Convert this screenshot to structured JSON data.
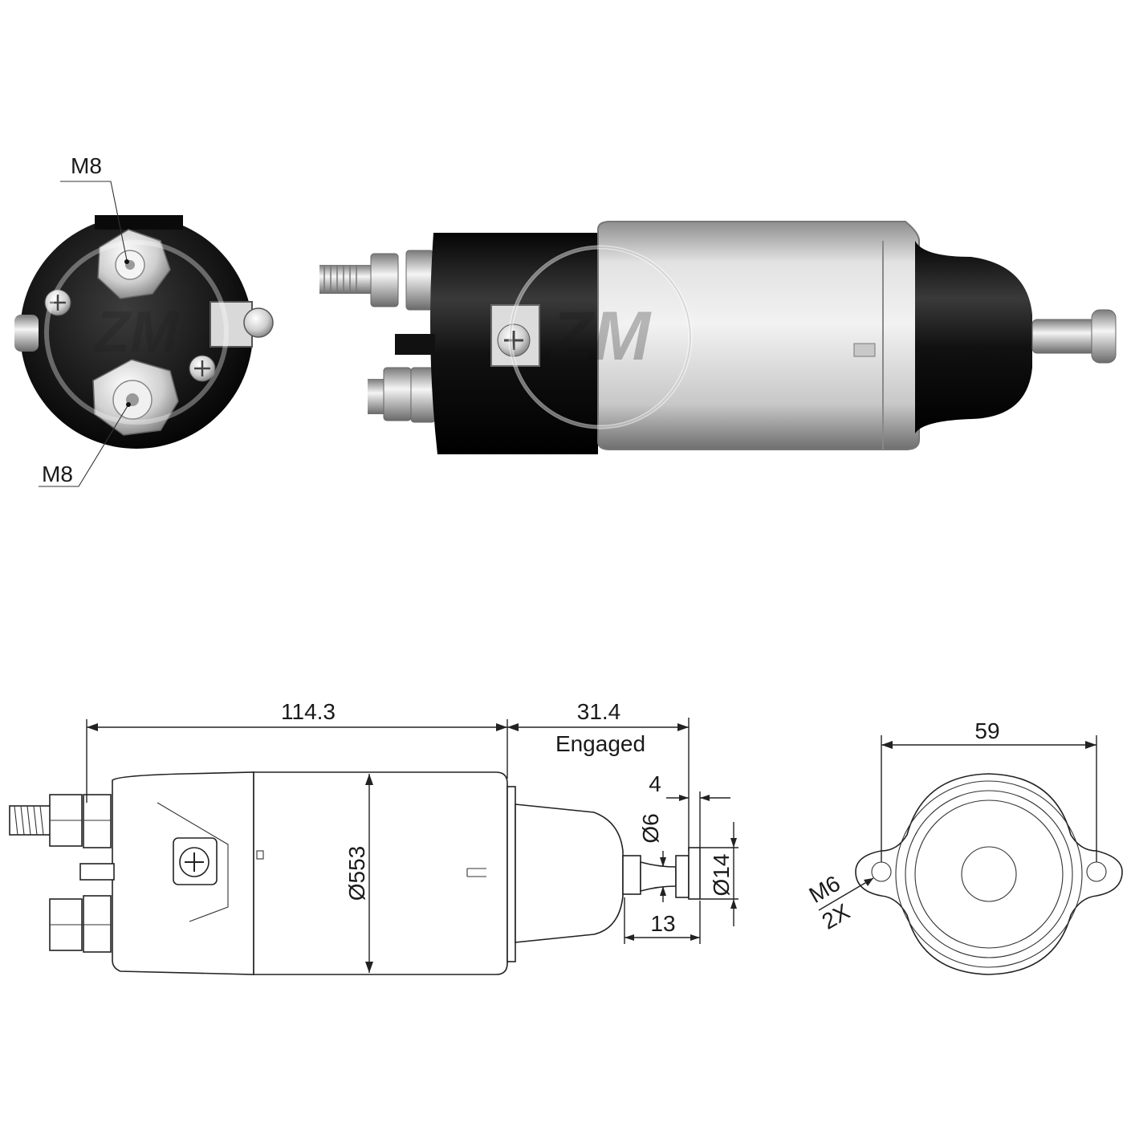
{
  "photo_end_view": {
    "callout_top": "M8",
    "callout_bottom": "M8",
    "watermark": "ZM"
  },
  "photo_side_view": {
    "watermark": "ZM"
  },
  "side_drawing": {
    "overall_length": "114.3",
    "plunger_travel": "31.4",
    "plunger_state": "Engaged",
    "body_diameter": "Ø553",
    "collar_width": "4",
    "neck_diameter": "Ø6",
    "head_diameter": "Ø14",
    "plunger_length": "13"
  },
  "flange_drawing": {
    "hole_spacing": "59",
    "thread": "M6",
    "quantity": "2X"
  },
  "colors": {
    "ink": "#1a1a1a",
    "black_cap": "#141414",
    "steel_light": "#e8e8e8",
    "steel_dark": "#9a9a9a"
  }
}
